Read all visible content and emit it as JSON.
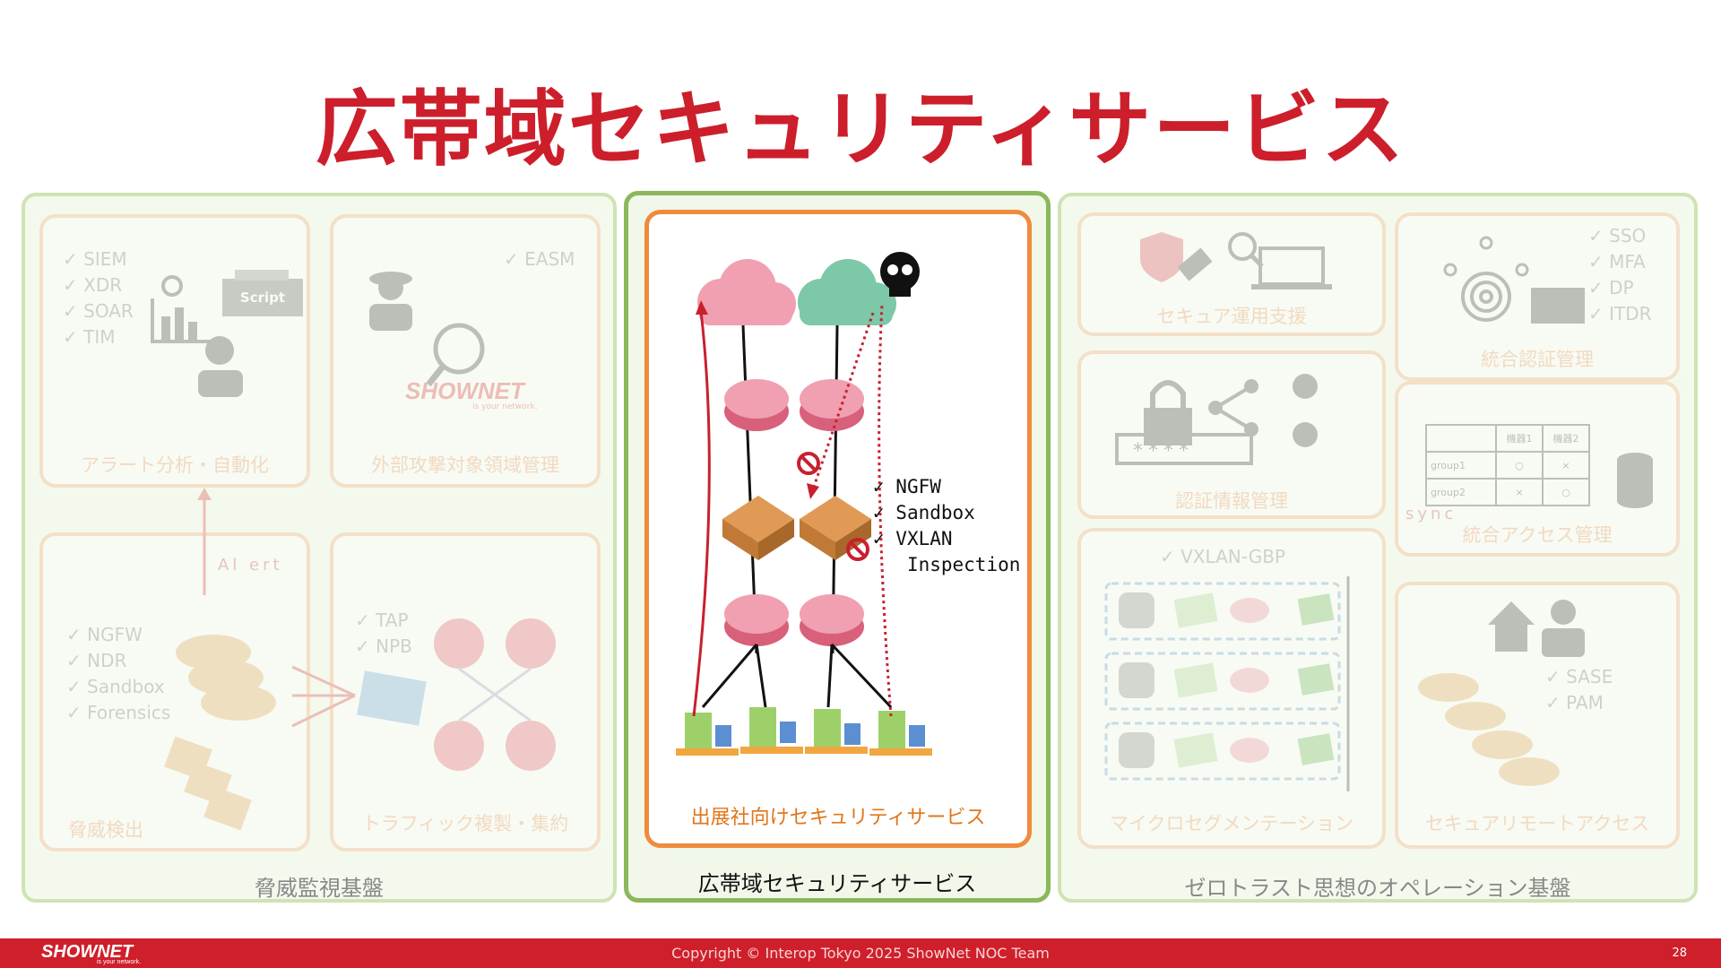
{
  "title": "広帯域セキュリティサービス",
  "groups": {
    "left": {
      "label": "脅威監視基盤",
      "alert_analysis": {
        "items": [
          "SIEM",
          "XDR",
          "SOAR",
          "TIM"
        ],
        "script_label": "Script",
        "caption": "アラート分析・自動化"
      },
      "easm": {
        "items": [
          "EASM"
        ],
        "logo_text": "SHOWNET",
        "logo_tagline": "is your network.",
        "caption": "外部攻撃対象領域管理"
      },
      "threat_detection": {
        "items": [
          "NGFW",
          "NDR",
          "Sandbox",
          "Forensics"
        ],
        "alert_label": "Al ert",
        "caption": "脅威検出"
      },
      "traffic": {
        "items": [
          "TAP",
          "NPB"
        ],
        "caption": "トラフィック複製・集約"
      }
    },
    "middle": {
      "label": "広帯域セキュリティサービス",
      "caption": "出展社向けセキュリティサービス",
      "features": [
        "NGFW",
        "Sandbox",
        "VXLAN",
        "Inspection"
      ]
    },
    "right": {
      "label": "ゼロトラスト思想のオペレーション基盤",
      "secure_ops": {
        "caption": "セキュア運用支援"
      },
      "identity": {
        "items": [
          "SSO",
          "MFA",
          "DP",
          "ITDR"
        ],
        "caption": "統合認証管理"
      },
      "credentials": {
        "password_mask": "****",
        "caption": "認証情報管理"
      },
      "access": {
        "table_headers": [
          "",
          "機器1",
          "機器2"
        ],
        "table_rows": [
          [
            "group1",
            "○",
            "×"
          ],
          [
            "group2",
            "×",
            "○"
          ]
        ],
        "sync_label": "sync",
        "caption": "統合アクセス管理"
      },
      "microseg": {
        "items": [
          "VXLAN-GBP"
        ],
        "caption": "マイクロセグメンテーション"
      },
      "remote": {
        "items": [
          "SASE",
          "PAM"
        ],
        "caption": "セキュアリモートアクセス"
      }
    }
  },
  "footer": {
    "logo": "SHOWNET",
    "tagline": "is your network.",
    "copyright": "Copyright © Interop Tokyo 2025 ShowNet NOC Team",
    "page": "28"
  },
  "colors": {
    "brand_red": "#cc1f2b",
    "accent_orange": "#f08a3c",
    "accent_green": "#8ab85a"
  }
}
